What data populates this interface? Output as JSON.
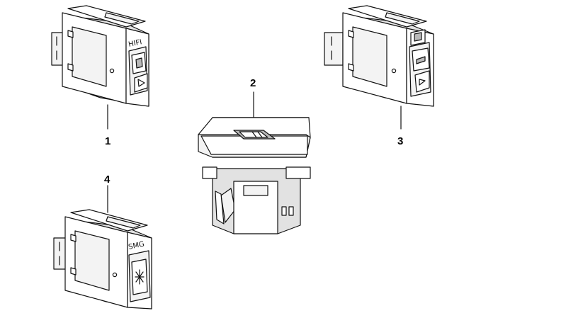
{
  "callouts": [
    "1",
    "2",
    "3",
    "4"
  ],
  "switch_1": {
    "marking": "HIFI"
  },
  "switch_4": {
    "marking": "SMG"
  }
}
